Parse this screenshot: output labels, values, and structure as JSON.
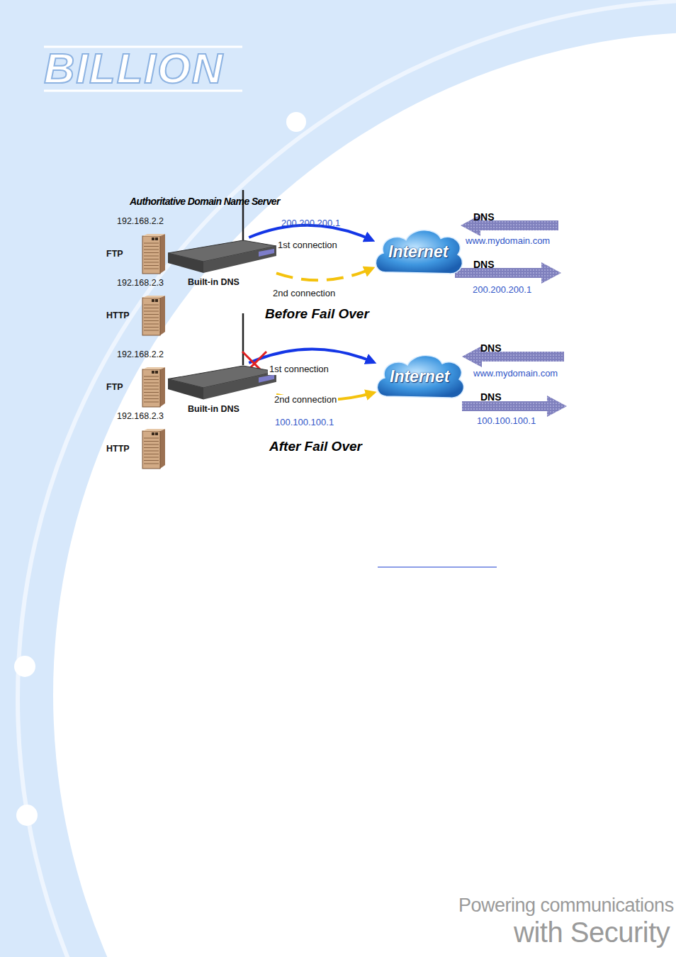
{
  "diagram": {
    "nodes": [
      {
        "text": [
          "Built-in DNS"
        ]
      },
      {
        "text": [
          "192.168.2.2",
          "FTP"
        ]
      },
      {
        "text": [
          "192.168.2.3",
          "HTTP"
        ]
      },
      {
        "text": [
          "Internet"
        ]
      },
      {
        "text": [
          "Built-in DNS"
        ]
      },
      {
        "text": [
          "192.168.2.2",
          "FTP"
        ]
      },
      {
        "text": [
          "192.168.2.3",
          "HTTP"
        ]
      },
      {
        "text": [
          "Internet"
        ]
      }
    ],
    "edges": [
      {
        "from": 0,
        "to": 3,
        "label": "1st connection",
        "arrow": "to"
      },
      {
        "from": 0,
        "to": 3,
        "label": "2nd connection",
        "arrow": "to"
      },
      {
        "from": 4,
        "to": 7,
        "label": "1st connection",
        "arrow": "to"
      },
      {
        "from": 4,
        "to": 7,
        "label": "2nd connection",
        "arrow": "to"
      }
    ],
    "labels": [
      "BILLION",
      "Authoritative Domain Name Server",
      "200.200.200.1",
      "Before Fail Over",
      "DNS",
      "www.mydomain.com",
      "DNS",
      "200.200.200.1",
      "DNS",
      "www.mydomain.com",
      "DNS",
      "100.100.100.1",
      "100.100.100.1",
      "After Fail Over",
      "Powering communications",
      "with Security"
    ]
  }
}
